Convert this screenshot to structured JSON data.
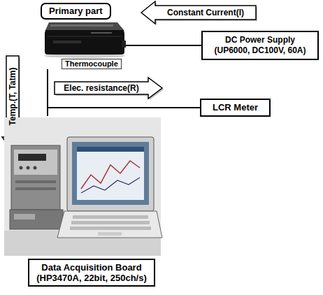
{
  "diagram": {
    "nodes": [
      {
        "text": [
          "Primary part",
          "Thermocouple"
        ]
      },
      {
        "text": [
          "DC Power Supply (UP6000, DC100V, 60A)"
        ]
      },
      {
        "text": [
          "LCR Meter"
        ]
      },
      {
        "text": [
          "Data Acquisition Board (HP3470A, 22bit, 250ch/s)"
        ]
      }
    ],
    "edges": [
      {
        "from": 0,
        "to": 1,
        "arrow": "none"
      },
      {
        "from": 0,
        "to": 3,
        "arrow": "none"
      },
      {
        "from": 2,
        "to": 3,
        "arrow": "none"
      }
    ],
    "labels": [
      "Constant Current(I)",
      "Elec. resistance(R)",
      "Temp.(T, Tatm)"
    ]
  }
}
